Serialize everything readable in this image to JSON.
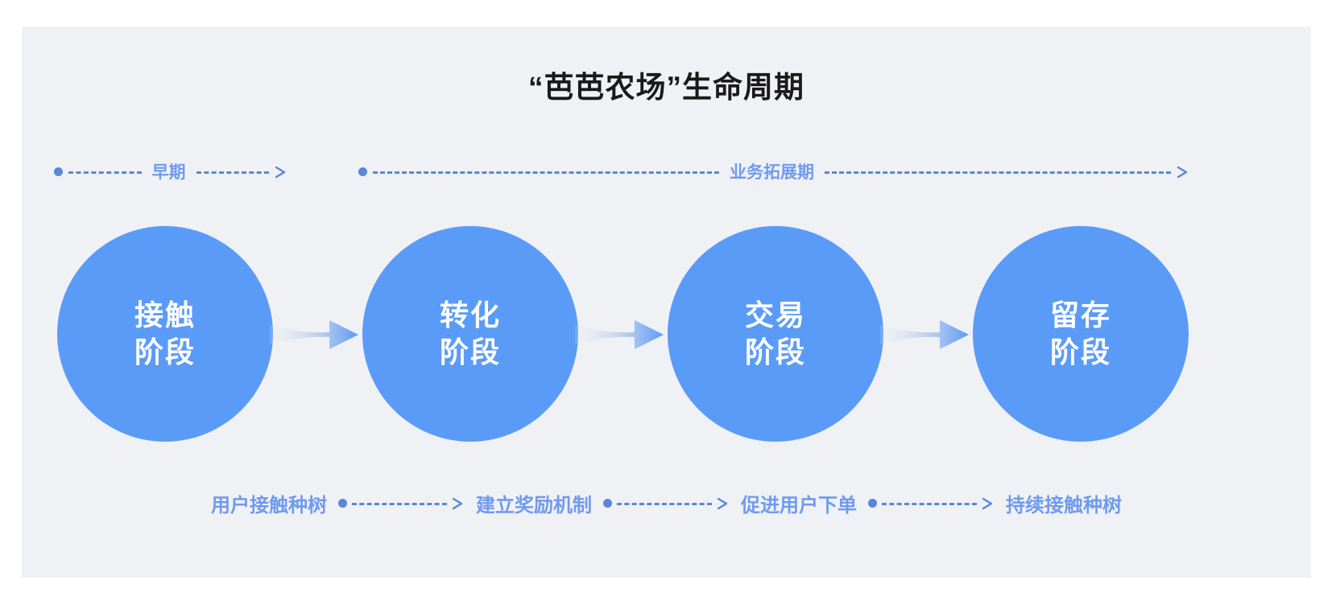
{
  "panel": {
    "background_color": "#f0f1f5",
    "page_background_color": "#ffffff"
  },
  "header": {
    "title": "“芭芭农场”生命周期"
  },
  "colors": {
    "circle_fill": "#5b9bf8",
    "circle_text": "#ffffff",
    "label_blue": "#6f9bee",
    "dash_blue": "#5a86d8",
    "arrow_gradient_start": "#e8ecf2",
    "arrow_gradient_end": "#5b9bf8"
  },
  "phases": [
    {
      "label": "早期"
    },
    {
      "label": "业务拓展期"
    }
  ],
  "stages": [
    {
      "line1": "接触",
      "line2": "阶段"
    },
    {
      "line1": "转化",
      "line2": "阶段"
    },
    {
      "line1": "交易",
      "line2": "阶段"
    },
    {
      "line1": "留存",
      "line2": "阶段"
    }
  ],
  "steps": [
    {
      "label": "用户接触种树"
    },
    {
      "label": "建立奖励机制"
    },
    {
      "label": "促进用户下单"
    },
    {
      "label": "持续接触种树"
    }
  ]
}
